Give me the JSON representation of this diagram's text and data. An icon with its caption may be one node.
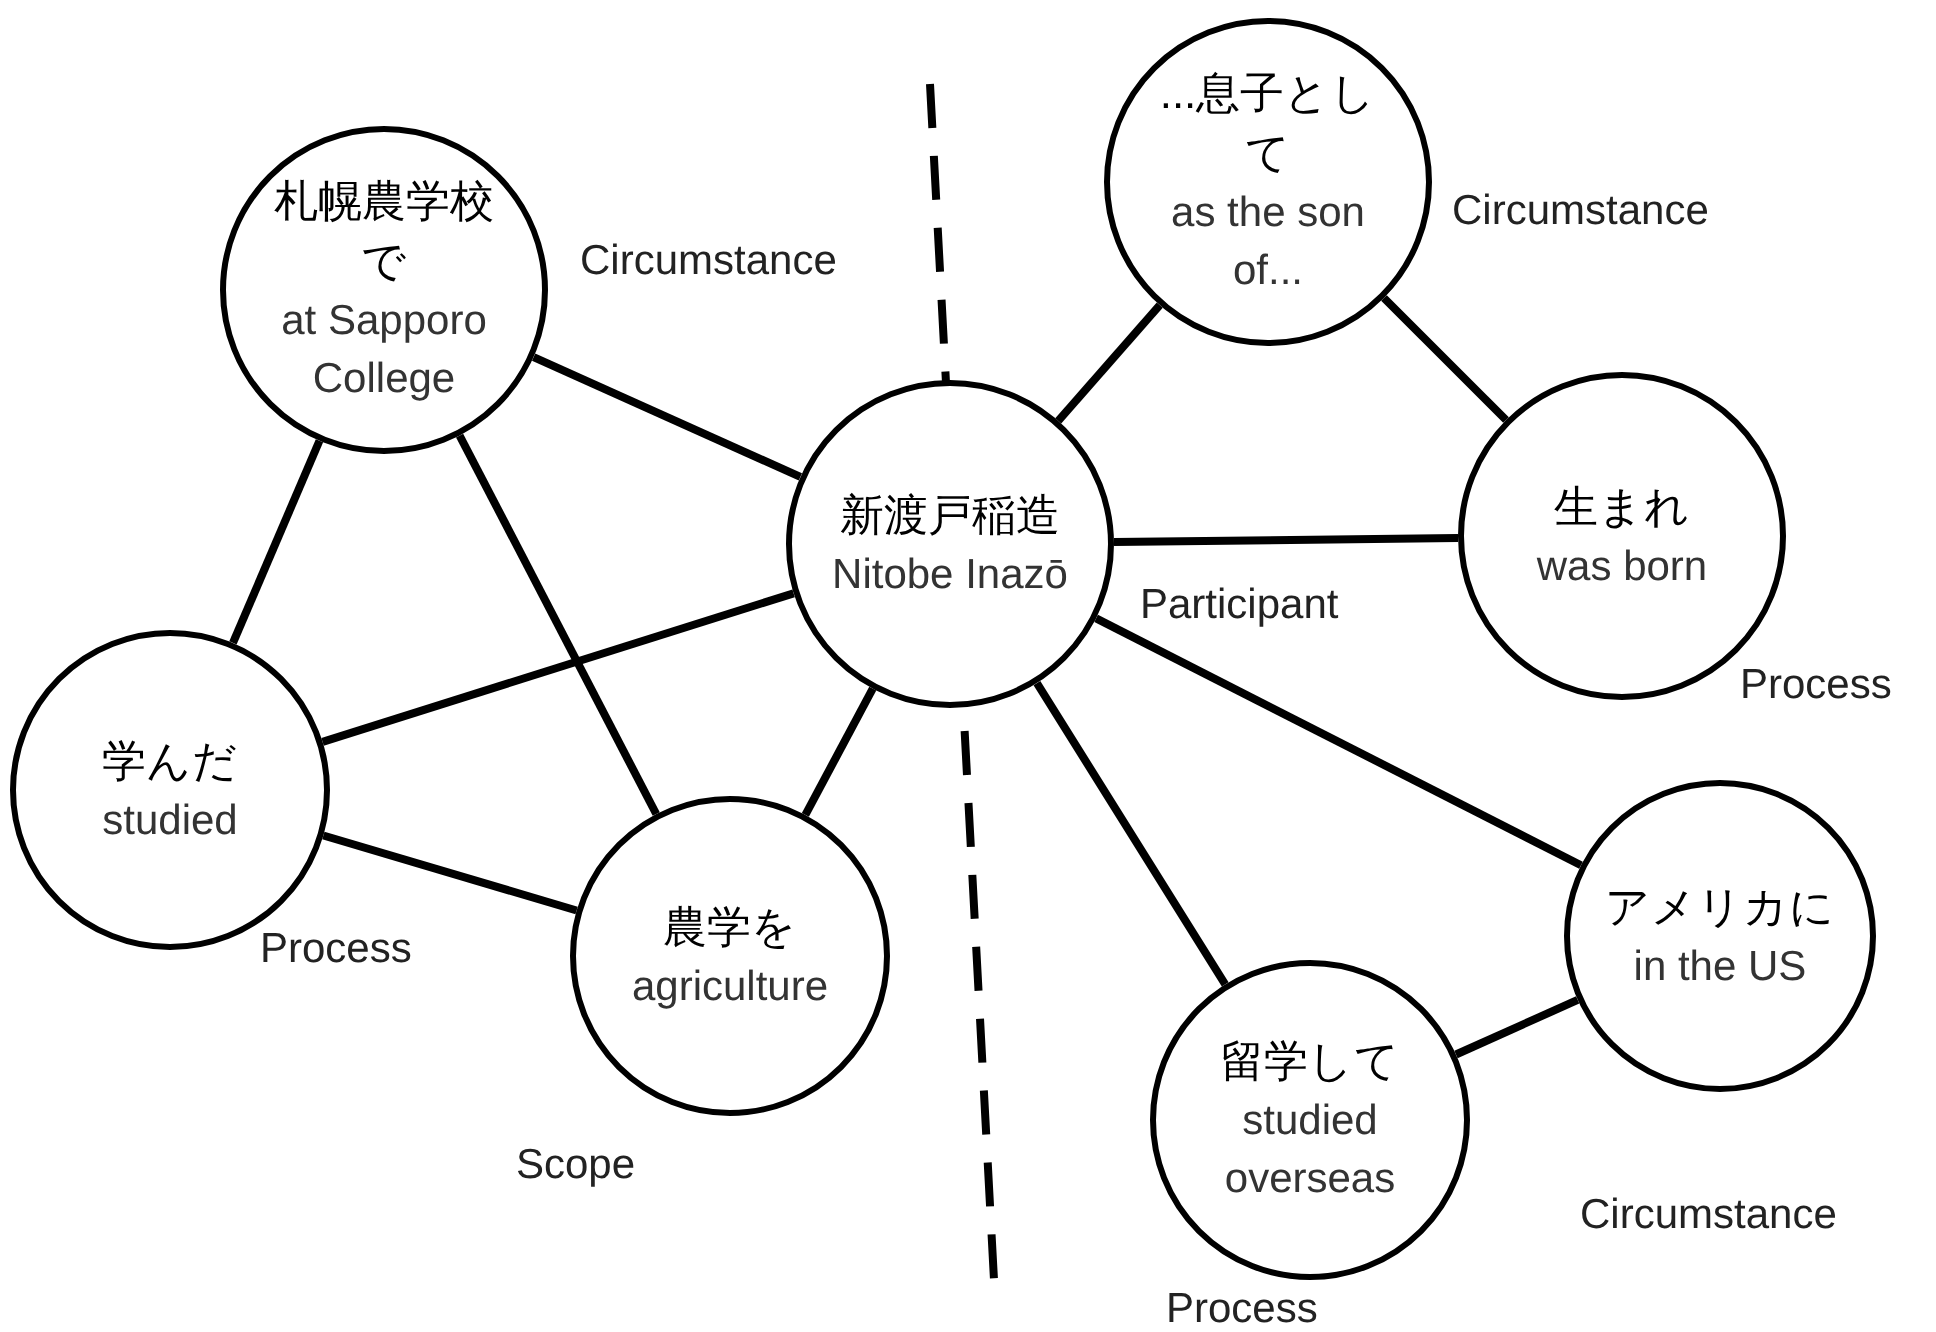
{
  "diagram": {
    "nodes": [
      {
        "text": [
          "札幌農学校で",
          "at Sapporo College"
        ],
        "beside": [
          "Circumstance"
        ]
      },
      {
        "text": [
          "新渡戸稲造",
          "Nitobe Inazō"
        ],
        "beside": [
          "Participant"
        ]
      },
      {
        "text": [
          "...息子として",
          "as the son of..."
        ],
        "beside": [
          "Circumstance"
        ]
      },
      {
        "text": [
          "生まれ",
          "was born"
        ],
        "beside": [
          "Process"
        ]
      },
      {
        "text": [
          "学んだ",
          "studied"
        ],
        "beside": [
          "Process"
        ]
      },
      {
        "text": [
          "農学を",
          "agriculture"
        ],
        "beside": [
          "Scope"
        ]
      },
      {
        "text": [
          "留学して",
          "studied overseas"
        ],
        "beside": [
          "Process"
        ]
      },
      {
        "text": [
          "アメリカに",
          "in the US"
        ],
        "beside": [
          "Circumstance"
        ]
      }
    ],
    "edges": [
      {
        "from": 0,
        "to": 1,
        "arrow": "none"
      },
      {
        "from": 0,
        "to": 4,
        "arrow": "none"
      },
      {
        "from": 0,
        "to": 5,
        "arrow": "none"
      },
      {
        "from": 4,
        "to": 1,
        "arrow": "none"
      },
      {
        "from": 4,
        "to": 5,
        "arrow": "none"
      },
      {
        "from": 5,
        "to": 1,
        "arrow": "none"
      },
      {
        "from": 1,
        "to": 2,
        "arrow": "none"
      },
      {
        "from": 2,
        "to": 3,
        "arrow": "none"
      },
      {
        "from": 1,
        "to": 3,
        "arrow": "none"
      },
      {
        "from": 1,
        "to": 7,
        "arrow": "none"
      },
      {
        "from": 1,
        "to": 6,
        "arrow": "none"
      },
      {
        "from": 6,
        "to": 7,
        "arrow": "none"
      }
    ]
  }
}
